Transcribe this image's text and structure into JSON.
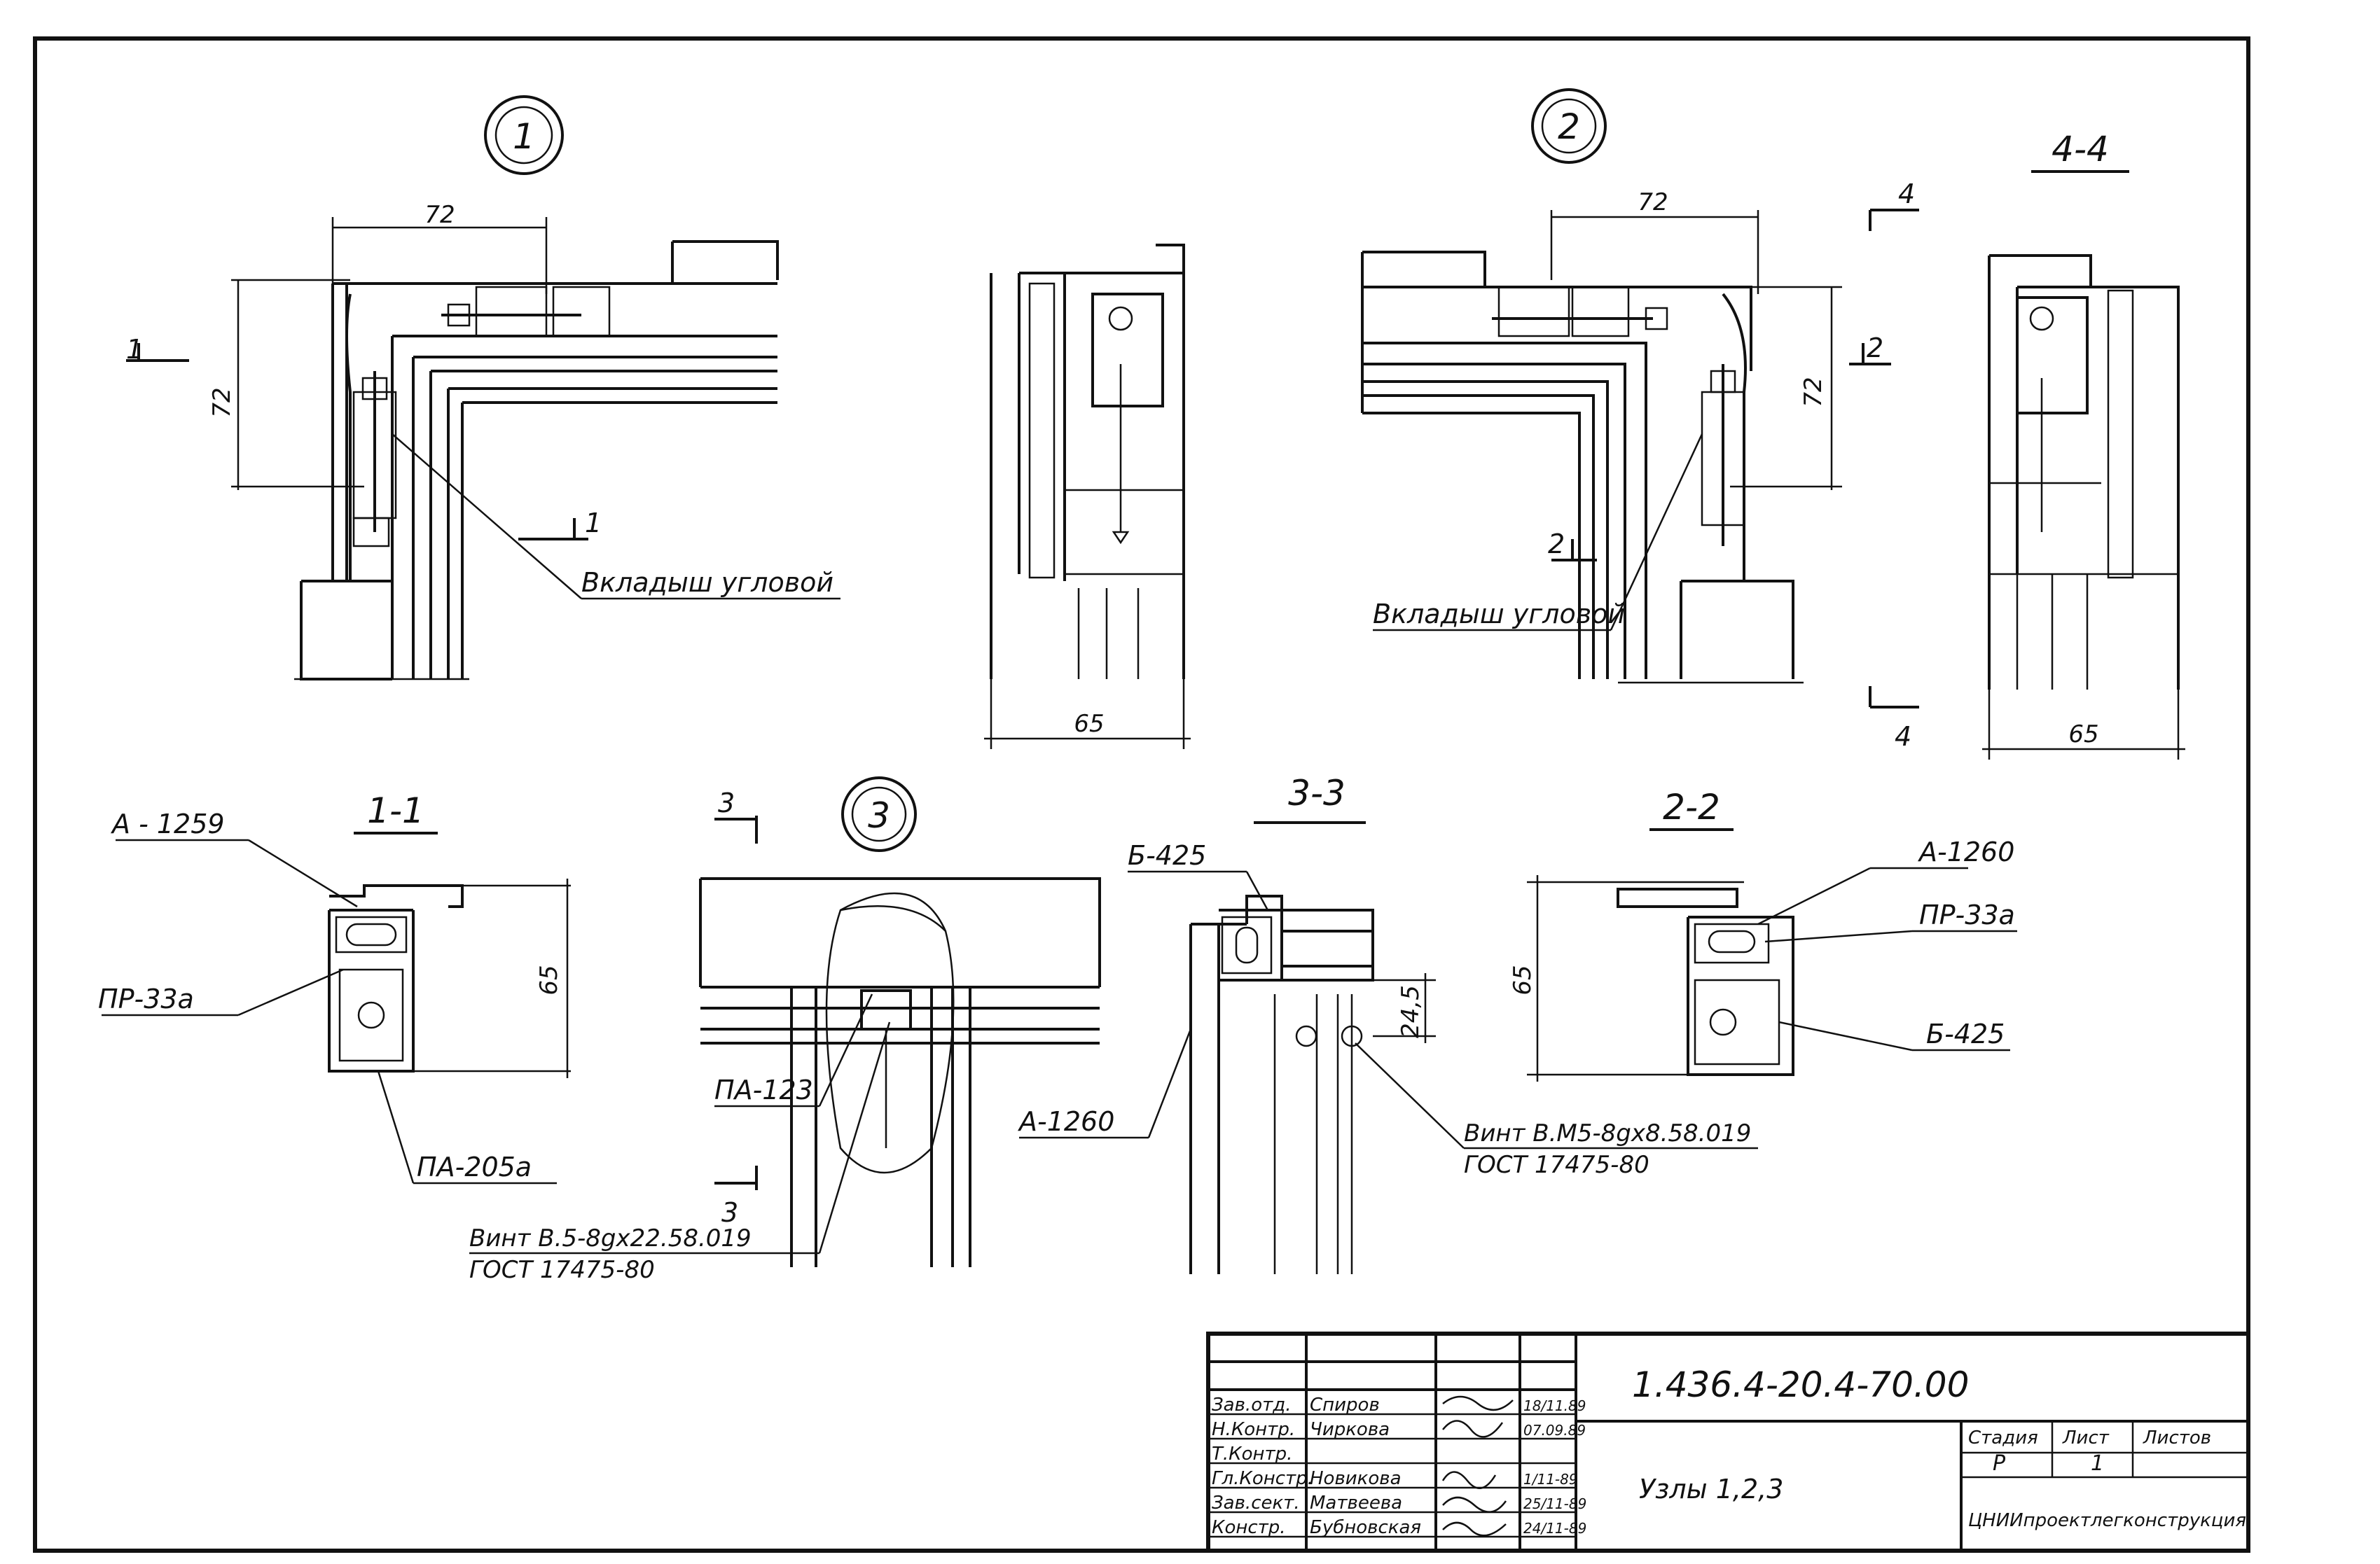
{
  "drawing": {
    "nodes": {
      "node1": "1",
      "node2": "2",
      "node3": "3"
    },
    "section_titles": {
      "s44": "4-4",
      "s11": "1-1",
      "s33": "3-3",
      "s22": "2-2"
    },
    "cut_marks": {
      "n1a": "1",
      "n1b": "1",
      "n2a": "2",
      "n2b": "2",
      "n4a": "4",
      "n4b": "4",
      "n3a": "3",
      "n3b": "3"
    },
    "dimensions": {
      "d72_a": "72",
      "d72_b": "72",
      "d72_c": "72",
      "d72_d": "72",
      "d65_a": "65",
      "d65_b": "65",
      "d65_c": "65",
      "d65_d": "65",
      "d245": "24,5"
    },
    "callouts": {
      "corner_insert_1": "Вкладыш угловой",
      "corner_insert_2": "Вкладыш угловой",
      "a1259": "А - 1259",
      "pr33a_1": "ПР-33а",
      "pa205a": "ПА-205а",
      "pa123": "ПА-123",
      "screw_b5_line1": "Винт В.5-8gх22.58.019",
      "screw_b5_line2": "ГОСТ 17475-80",
      "b425_1": "Б-425",
      "a1260_1": "А-1260",
      "screw_m5_line1": "Винт В.М5-8gх8.58.019",
      "screw_m5_line2": "ГОСТ 17475-80",
      "a1260_2": "А-1260",
      "pr33a_2": "ПР-33а",
      "b425_2": "Б-425"
    }
  },
  "title_block": {
    "designation": "1.436.4-20.4-70.00",
    "sheet_title": "Узлы 1,2,3",
    "organization": "ЦНИИпроектлегконструкция",
    "stage_header": "Стадия",
    "sheet_header": "Лист",
    "sheets_header": "Листов",
    "stage_value": "Р",
    "sheet_value": "1",
    "sheets_value": "",
    "signatures": [
      {
        "role": "Зав.отд.",
        "name": "Спиров",
        "date": "18/11.89"
      },
      {
        "role": "Н.Контр.",
        "name": "Чиркова",
        "date": "07.09.89"
      },
      {
        "role": "Т.Контр.",
        "name": "",
        "date": ""
      },
      {
        "role": "Гл.Констр.",
        "name": "Новикова",
        "date": "1/11-89"
      },
      {
        "role": "Зав.сект.",
        "name": "Матвеева",
        "date": "25/11-89"
      },
      {
        "role": "Констр.",
        "name": "Бубновская",
        "date": "24/11-89"
      }
    ]
  }
}
